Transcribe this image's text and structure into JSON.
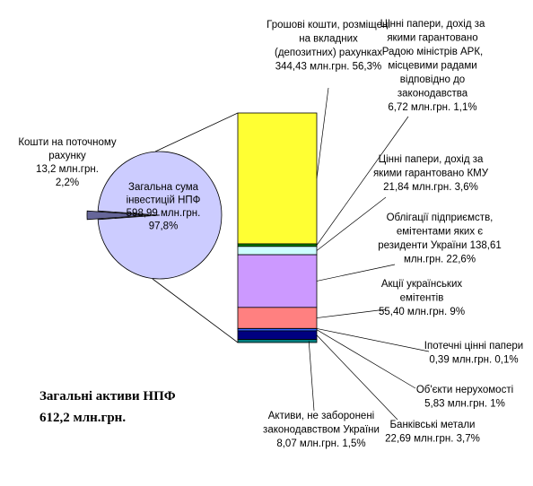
{
  "chart_data": {
    "type": "bar-of-pie",
    "total_title": [
      "Загальні активи НПФ",
      "612,2 млн.грн."
    ],
    "pie": {
      "slices": [
        {
          "label": [
            "Загальна сума",
            "інвестицій НПФ",
            "598,99 млн.грн.",
            "97,8%"
          ],
          "value": 598.99,
          "percent": 97.8,
          "color": "#CCCCFF"
        },
        {
          "label": [
            "Кошти на поточному",
            "рахунку",
            "13,2 млн.грн.",
            "2,2%"
          ],
          "value": 13.2,
          "percent": 2.2,
          "color": "#666699"
        }
      ]
    },
    "bar": {
      "segments": [
        {
          "label": [
            "Грошові кошти, розміщені",
            "на вкладних",
            "(депозитних) рахунках",
            "344,43 млн.грн. 56,3%"
          ],
          "value": 344.43,
          "percent": 56.3,
          "color": "#FFFF33"
        },
        {
          "label": [
            "Цінні папери, дохід за",
            "якими гарантовано",
            "Радою міністрів АРК,",
            "місцевими радами",
            "відповідно до",
            "законодавства",
            "6,72 млн.грн. 1,1%"
          ],
          "value": 6.72,
          "percent": 1.1,
          "color": "#008000"
        },
        {
          "label": [
            "Цінні папери, дохід за",
            "якими гарантовано КМУ",
            "21,84 млн.грн. 3,6%"
          ],
          "value": 21.84,
          "percent": 3.6,
          "color": "#CCFFFF"
        },
        {
          "label": [
            "Облігації підприємств,",
            "емітентами яких є",
            "резиденти України 138,61",
            "млн.грн. 22,6%"
          ],
          "value": 138.61,
          "percent": 22.6,
          "color": "#CC99FF"
        },
        {
          "label": [
            "Акції українських",
            "емітентів",
            "55,40 млн.грн. 9%"
          ],
          "value": 55.4,
          "percent": 9.0,
          "color": "#FF8080"
        },
        {
          "label": [
            "Іпотечні цінні папери",
            "0,39 млн.грн. 0,1%"
          ],
          "value": 0.39,
          "percent": 0.1,
          "color": "#FFFFFF"
        },
        {
          "label": [
            "Об'єкти нерухомості",
            "5,83 млн.грн. 1%"
          ],
          "value": 5.83,
          "percent": 1.0,
          "color": "#3366FF"
        },
        {
          "label": [
            "Банківські метали",
            "22,69 млн.грн. 3,7%"
          ],
          "value": 22.69,
          "percent": 3.7,
          "color": "#000080"
        },
        {
          "label": [
            "Активи, не заборонені",
            "законодавством України",
            "8,07 млн.грн. 1,5%"
          ],
          "value": 8.07,
          "percent": 1.5,
          "color": "#008080"
        }
      ]
    }
  }
}
